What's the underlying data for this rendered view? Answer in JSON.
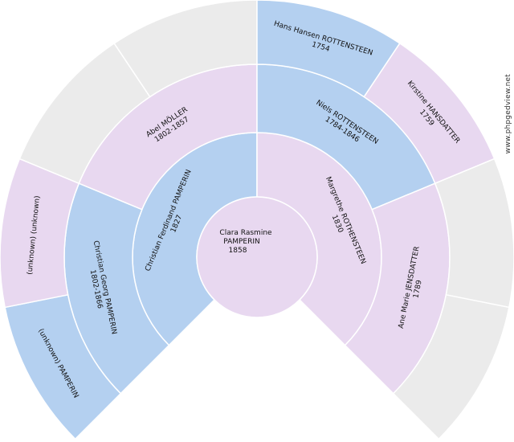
{
  "watermark": "www.phpgedview.net",
  "colors": {
    "male": "#b4d0f0",
    "female": "#e8d8f0",
    "unknown": "#ebebeb",
    "root": "#e8d8f0"
  },
  "root": {
    "name": "Clara Rasmine",
    "surname": "PAMPERIN",
    "dates": "1858"
  },
  "generations": [
    [
      {
        "name": "Christian Ferdinand PAMPERIN",
        "dates": "1827",
        "sex": "male"
      },
      {
        "name": "Margrethe ROTHENSTEEN",
        "dates": "1830",
        "sex": "female"
      }
    ],
    [
      {
        "name": "Christian Georg PAMPERIN",
        "dates": "1802-1866",
        "sex": "male"
      },
      {
        "name": "Abel MÖLLER",
        "dates": "1802-1857",
        "sex": "female"
      },
      {
        "name": "Niels ROTTENSTEEN",
        "dates": "1784-1846",
        "sex": "male"
      },
      {
        "name": "Ane Marie JENSDATTER",
        "dates": "1789",
        "sex": "female"
      }
    ],
    [
      {
        "name": "(unknown) PAMPERIN",
        "dates": "",
        "sex": "male"
      },
      {
        "name": "(unknown) (unknown)",
        "dates": "",
        "sex": "female"
      },
      {
        "name": "",
        "dates": "",
        "sex": "unknown"
      },
      {
        "name": "",
        "dates": "",
        "sex": "unknown"
      },
      {
        "name": "Hans Hansen ROTTENSTEEN",
        "dates": "1754",
        "sex": "male"
      },
      {
        "name": "Kirstine HANSDATTER",
        "dates": "1759",
        "sex": "female"
      },
      {
        "name": "",
        "dates": "",
        "sex": "unknown"
      },
      {
        "name": "",
        "dates": "",
        "sex": "unknown"
      }
    ]
  ]
}
